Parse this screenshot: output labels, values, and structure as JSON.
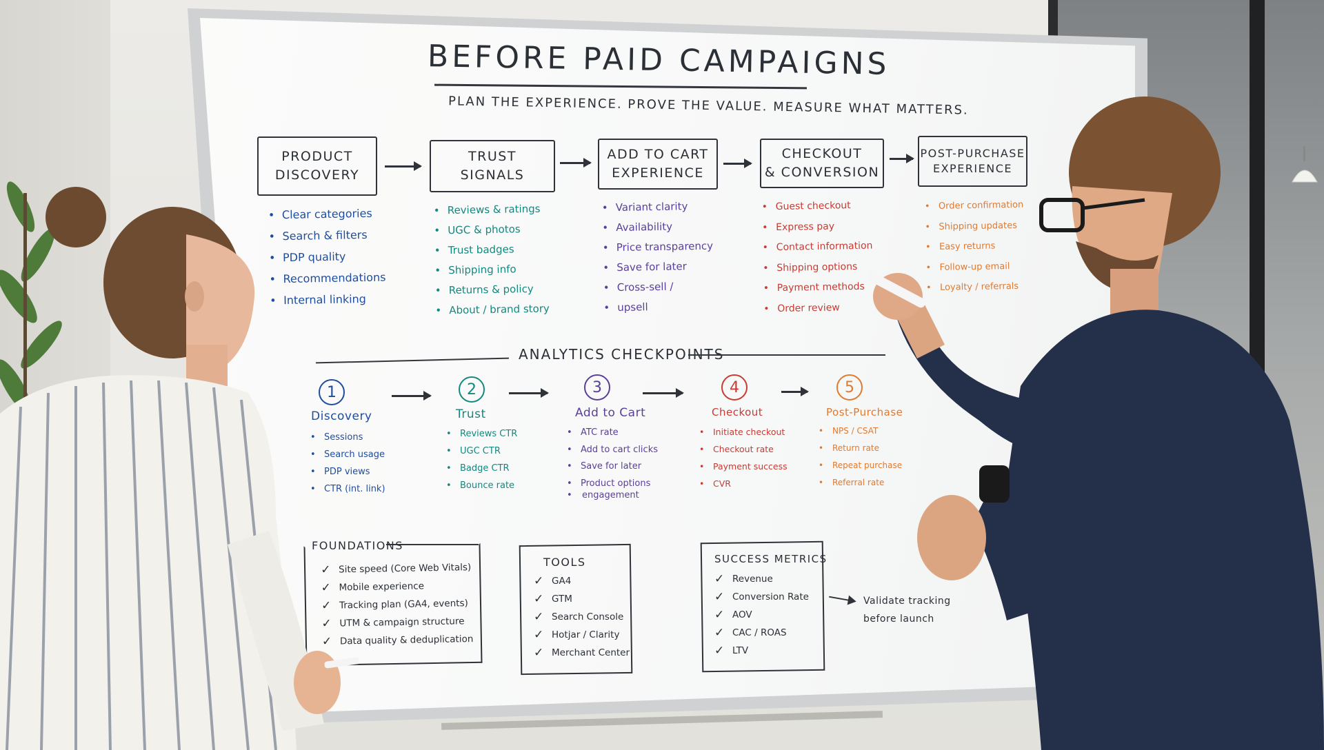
{
  "board": {
    "title": "BEFORE PAID CAMPAIGNS",
    "subtitle": "PLAN THE EXPERIENCE. PROVE THE VALUE. MEASURE WHAT MATTERS.",
    "stages": [
      {
        "title": "PRODUCT\nDISCOVERY",
        "items": [
          "Clear categories",
          "Search & filters",
          "PDP quality",
          "Recommendations",
          "Internal linking"
        ]
      },
      {
        "title": "TRUST\nSIGNALS",
        "items": [
          "Reviews & ratings",
          "UGC & photos",
          "Trust badges",
          "Shipping info",
          "Returns & policy",
          "About / brand story"
        ]
      },
      {
        "title": "ADD TO CART\nEXPERIENCE",
        "items": [
          "Variant clarity",
          "Availability",
          "Price transparency",
          "Save for later",
          "Cross-sell /",
          "upsell"
        ]
      },
      {
        "title": "CHECKOUT\n& CONVERSION",
        "items": [
          "Guest checkout",
          "Express pay",
          "Contact information",
          "Shipping options",
          "Payment methods",
          "Order review"
        ]
      },
      {
        "title": "POST-PURCHASE\nEXPERIENCE",
        "items": [
          "Order confirmation",
          "Shipping updates",
          "Easy returns",
          "Follow-up email",
          "Loyalty / referrals"
        ]
      }
    ],
    "analytics_title": "ANALYTICS CHECKPOINTS",
    "checkpoints": [
      {
        "number": "1",
        "label": "Discovery",
        "items": [
          "Sessions",
          "Search usage",
          "PDP views",
          "CTR (int. link)"
        ]
      },
      {
        "number": "2",
        "label": "Trust",
        "items": [
          "Reviews CTR",
          "UGC CTR",
          "Badge CTR",
          "Bounce rate"
        ]
      },
      {
        "number": "3",
        "label": "Add to Cart",
        "items": [
          "ATC rate",
          "Add to cart clicks",
          "Save for later",
          "Product options",
          "engagement"
        ]
      },
      {
        "number": "4",
        "label": "Checkout",
        "items": [
          "Initiate checkout",
          "Checkout rate",
          "Payment success",
          "CVR"
        ]
      },
      {
        "number": "5",
        "label": "Post-Purchase",
        "items": [
          "NPS / CSAT",
          "Return rate",
          "Repeat purchase",
          "Referral rate"
        ]
      }
    ],
    "foundations": {
      "title": "FOUNDATIONS",
      "items": [
        "Site speed (Core Web Vitals)",
        "Mobile experience",
        "Tracking plan (GA4, events)",
        "UTM & campaign structure",
        "Data quality & deduplication"
      ]
    },
    "tools": {
      "title": "TOOLS",
      "items": [
        "GA4",
        "GTM",
        "Search Console",
        "Hotjar / Clarity",
        "Merchant Center"
      ]
    },
    "success_metrics": {
      "title": "SUCCESS METRICS",
      "items": [
        "Revenue",
        "Conversion Rate",
        "AOV",
        "CAC / ROAS",
        "LTV"
      ]
    },
    "note_line1": "Validate tracking",
    "note_line2": "before launch"
  },
  "colors": {
    "ink_black": "#2b2f36",
    "ink_blue": "#1e4d9e",
    "ink_teal": "#13887f",
    "ink_purple": "#5a3f99",
    "ink_red": "#c83a32",
    "ink_orange": "#e07a30"
  }
}
